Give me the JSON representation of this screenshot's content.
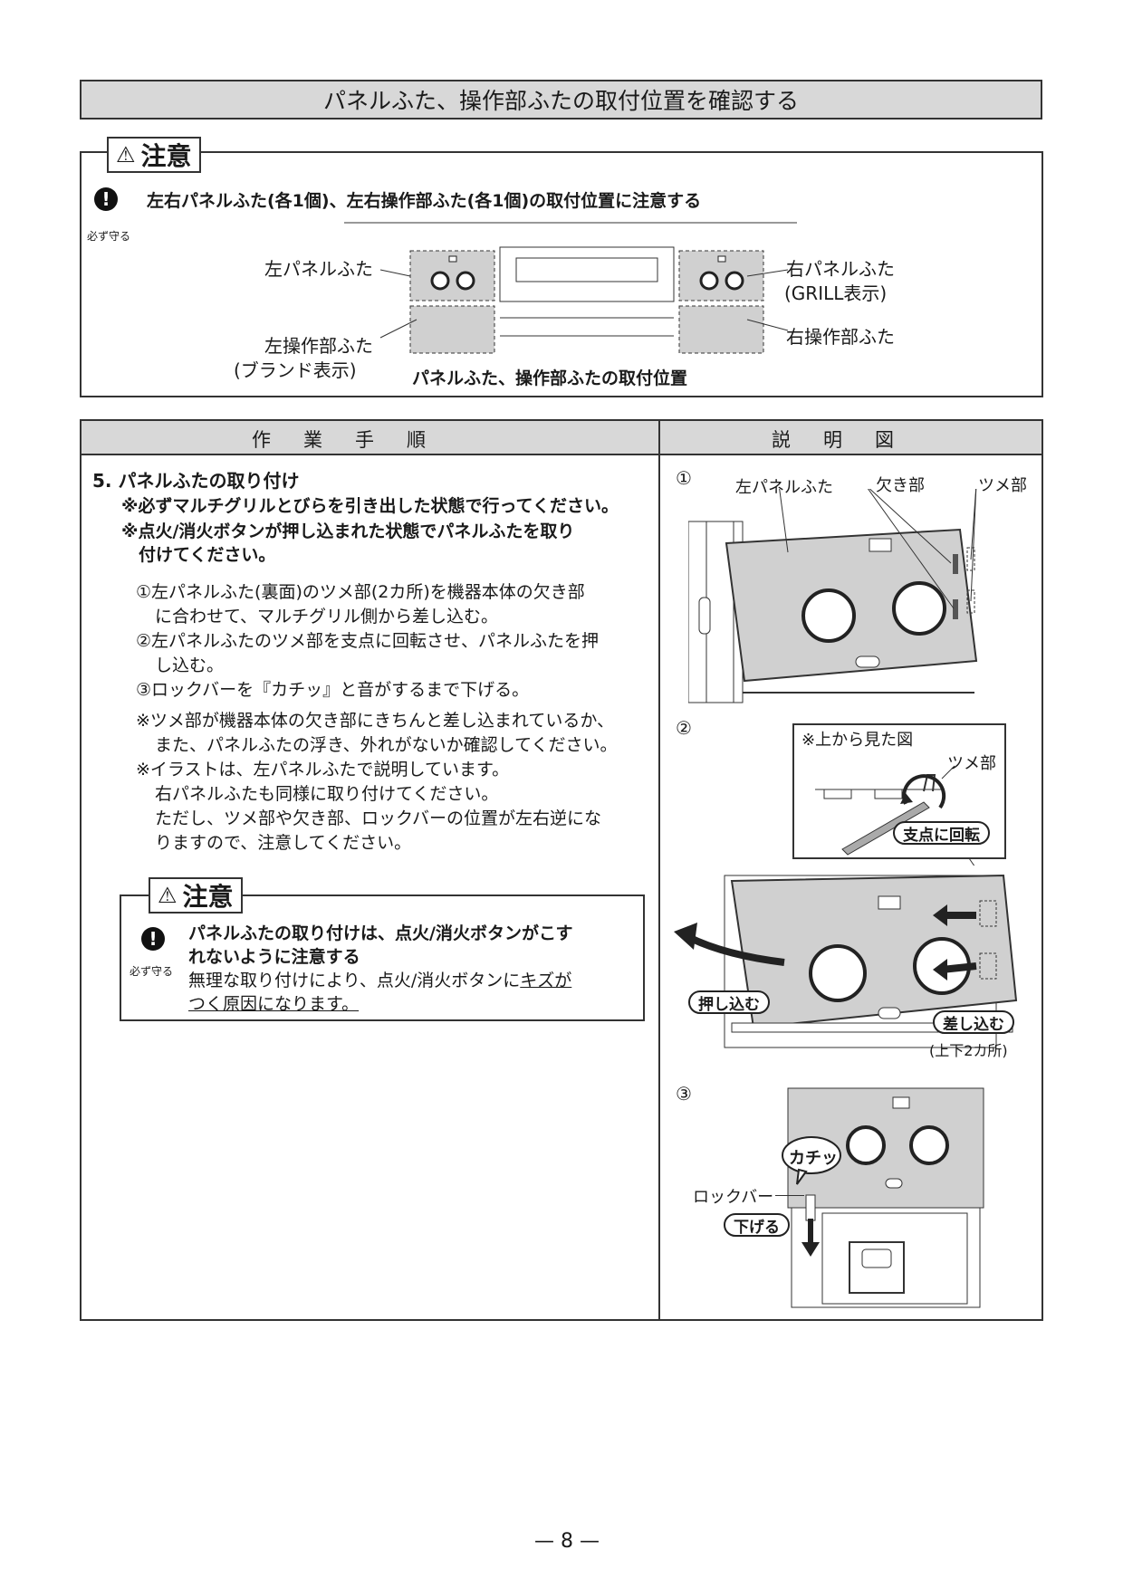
{
  "title": "パネルふた、操作部ふたの取付位置を確認する",
  "caution": {
    "label": "注意",
    "must_label": "必ず守る",
    "message": "左右パネルふた(各1個)、左右操作部ふた(各1個)の取付位置に注意する",
    "left_panel": "左パネルふた",
    "right_panel": "右パネルふた",
    "right_panel_note": "(GRILL表示)",
    "left_op": "左操作部ふた",
    "left_op_note": "(ブランド表示)",
    "right_op": "右操作部ふた",
    "caption": "パネルふた、操作部ふたの取付位置"
  },
  "table": {
    "col1_header": "作業手順",
    "col2_header": "説明図"
  },
  "step": {
    "heading": "5. パネルふたの取り付け",
    "note1": "※必ずマルチグリルとびらを引き出した状態で行ってください。",
    "note2_a": "※点火/消火ボタンが押し込まれた状態でパネルふたを取り",
    "note2_b": "付けてください。",
    "s1_a": "①左パネルふた(裏面)のツメ部(2カ所)を機器本体の欠き部",
    "s1_b": "に合わせて、マルチグリル側から差し込む。",
    "s2_a": "②左パネルふたのツメ部を支点に回転させ、パネルふたを押",
    "s2_b": "し込む。",
    "s3": "③ロックバーを『カチッ』と音がするまで下げる。",
    "n1_a": "※ツメ部が機器本体の欠き部にきちんと差し込まれているか、",
    "n1_b": "また、パネルふたの浮き、外れがないか確認してください。",
    "n2_a": "※イラストは、左パネルふたで説明しています。",
    "n2_b": "右パネルふたも同様に取り付けてください。",
    "n2_c": "ただし、ツメ部や欠き部、ロックバーの位置が左右逆にな",
    "n2_d": "りますので、注意してください。"
  },
  "caution2": {
    "label": "注意",
    "must_label": "必ず守る",
    "bold_a": "パネルふたの取り付けは、点火/消火ボタンがこす",
    "bold_b": "れないように注意する",
    "text_a_pre": "無理な取り付けにより、点火/消火ボタンに",
    "text_a_ul": "キズが",
    "text_b": "つく原因になります。"
  },
  "figures": {
    "f1_num": "①",
    "f1_panel": "左パネルふた",
    "f1_notch": "欠き部",
    "f1_claw": "ツメ部",
    "f2_num": "②",
    "f2_top_view": "※上から見た図",
    "f2_claw": "ツメ部",
    "f2_pivot": "支点に回転",
    "f2_push": "押し込む",
    "f2_insert": "差し込む",
    "f2_places": "(上下2カ所)",
    "f3_num": "③",
    "f3_click": "カチッ",
    "f3_lockbar": "ロックバー",
    "f3_lower": "下げる"
  },
  "page_number": "— 8 —"
}
